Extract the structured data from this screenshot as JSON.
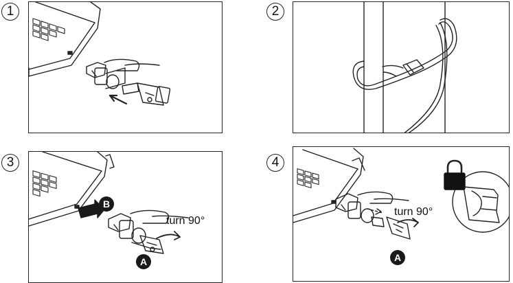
{
  "steps": [
    {
      "number": "1"
    },
    {
      "number": "2"
    },
    {
      "number": "3",
      "turn_label": "turn 90°",
      "label_a": "A",
      "label_b": "B"
    },
    {
      "number": "4",
      "turn_label": "turn 90°",
      "label_a": "A"
    }
  ],
  "icons": [
    "padlock-icon",
    "insert-arrow-icon",
    "rotate-arrow-icon"
  ]
}
